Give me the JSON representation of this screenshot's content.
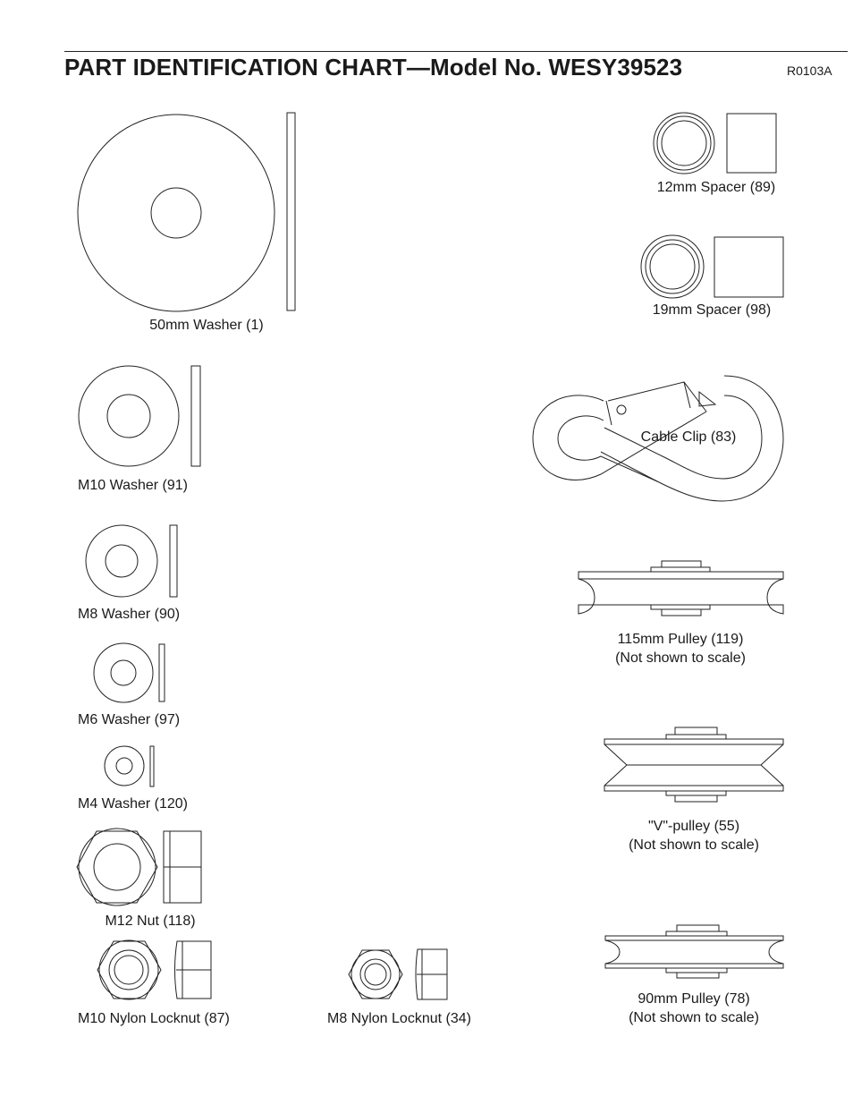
{
  "header": {
    "title": "PART IDENTIFICATION CHART—Model No. WESY39523",
    "code": "R0103A"
  },
  "parts": {
    "washer_50mm": "50mm Washer (1)",
    "washer_m10": "M10 Washer (91)",
    "washer_m8": "M8 Washer (90)",
    "washer_m6": "M6 Washer (97)",
    "washer_m4": "M4 Washer (120)",
    "nut_m12": "M12 Nut (118)",
    "locknut_m10": "M10 Nylon Locknut (87)",
    "locknut_m8": "M8 Nylon Locknut (34)",
    "spacer_12mm": "12mm Spacer (89)",
    "spacer_19mm": "19mm Spacer (98)",
    "cable_clip": "Cable Clip (83)",
    "pulley_115mm": "115mm Pulley (119)",
    "pulley_115mm_note": "(Not shown to scale)",
    "v_pulley": "\"V\"-pulley (55)",
    "v_pulley_note": "(Not shown to scale)",
    "pulley_90mm": "90mm Pulley (78)",
    "pulley_90mm_note": "(Not shown to scale)"
  }
}
